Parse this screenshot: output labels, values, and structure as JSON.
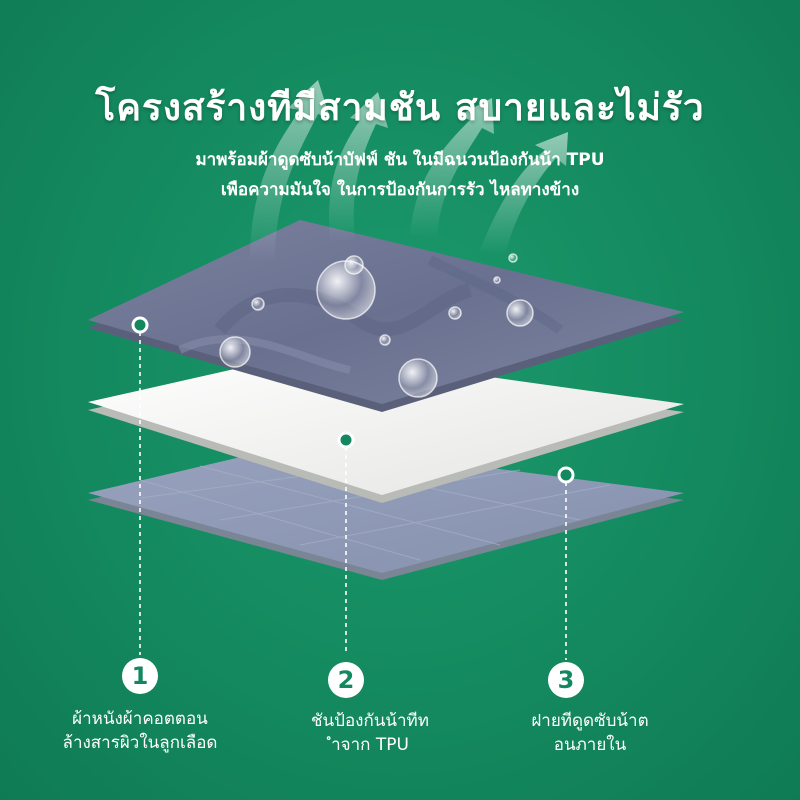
{
  "header": {
    "title": "โครงสร้างทีมีสามชัน   สบายและไม่รัว",
    "subtitle_line1": "มาพร้อมผ้าดูดซับน้าบัฟฟ์ ชัน ในมีฉนวนป้องกันน้า TPU",
    "subtitle_line2": "เพือความมันใจ ในการป้องกันการรัว ไหลทางข้าง"
  },
  "layers": [
    {
      "number": "1",
      "line1": "ผ้าหนังผ้าคอตตอน",
      "line2": "ล้างสารผิวในลูกเลือด"
    },
    {
      "number": "2",
      "line1": "ชันป้องกันน้าทีท",
      "line2": "ำจาก TPU"
    },
    {
      "number": "3",
      "line1": "ฝายทีดูดซับน้าต",
      "line2": "อนภายใน"
    }
  ],
  "colors": {
    "background": "#13875f",
    "top_layer": "#6e7592",
    "middle_layer": "#f3f3f1",
    "bottom_layer": "#8d98b4",
    "badge_bg": "#ffffff",
    "badge_text": "#13875f"
  },
  "icons": [
    "vapor-arrow-icon",
    "water-droplet-icon",
    "connector-dot-icon"
  ]
}
